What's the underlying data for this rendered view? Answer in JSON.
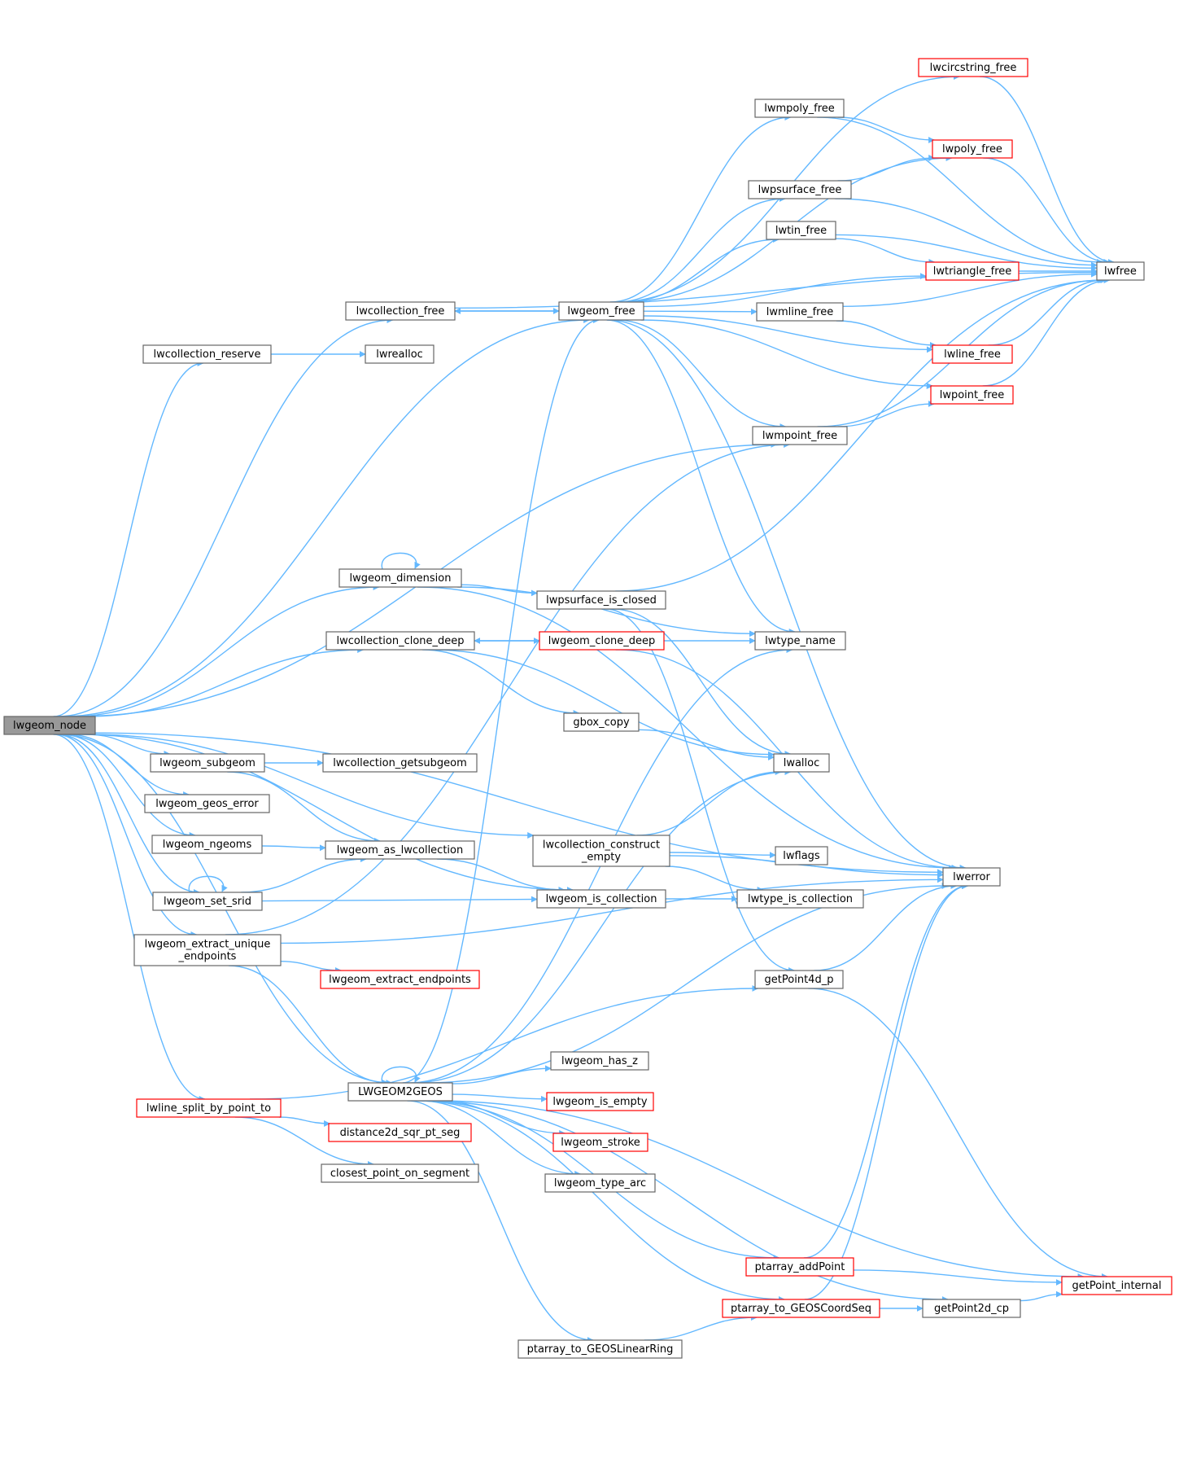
{
  "graph": {
    "root": "lwgeom_node",
    "edge_color": "#63b8ff",
    "nodes": [
      {
        "id": "lwgeom_node",
        "lines": [
          "lwgeom_node"
        ],
        "style": "root"
      },
      {
        "id": "lwcollection_free",
        "lines": [
          "lwcollection_free"
        ],
        "style": "normal"
      },
      {
        "id": "lwcollection_reserve",
        "lines": [
          "lwcollection_reserve"
        ],
        "style": "normal"
      },
      {
        "id": "lwrealloc",
        "lines": [
          "lwrealloc"
        ],
        "style": "normal"
      },
      {
        "id": "lwgeom_free",
        "lines": [
          "lwgeom_free"
        ],
        "style": "normal"
      },
      {
        "id": "lwcircstring_free",
        "lines": [
          "lwcircstring_free"
        ],
        "style": "red"
      },
      {
        "id": "lwmpoly_free",
        "lines": [
          "lwmpoly_free"
        ],
        "style": "normal"
      },
      {
        "id": "lwpoly_free",
        "lines": [
          "lwpoly_free"
        ],
        "style": "red"
      },
      {
        "id": "lwpsurface_free",
        "lines": [
          "lwpsurface_free"
        ],
        "style": "normal"
      },
      {
        "id": "lwtin_free",
        "lines": [
          "lwtin_free"
        ],
        "style": "normal"
      },
      {
        "id": "lwtriangle_free",
        "lines": [
          "lwtriangle_free"
        ],
        "style": "red"
      },
      {
        "id": "lwfree",
        "lines": [
          "lwfree"
        ],
        "style": "normal"
      },
      {
        "id": "lwmline_free",
        "lines": [
          "lwmline_free"
        ],
        "style": "normal"
      },
      {
        "id": "lwline_free",
        "lines": [
          "lwline_free"
        ],
        "style": "red"
      },
      {
        "id": "lwpoint_free",
        "lines": [
          "lwpoint_free"
        ],
        "style": "red"
      },
      {
        "id": "lwmpoint_free",
        "lines": [
          "lwmpoint_free"
        ],
        "style": "normal"
      },
      {
        "id": "lwgeom_dimension",
        "lines": [
          "lwgeom_dimension"
        ],
        "style": "normal"
      },
      {
        "id": "lwpsurface_is_closed",
        "lines": [
          "lwpsurface_is_closed"
        ],
        "style": "normal"
      },
      {
        "id": "lwcollection_clone_deep",
        "lines": [
          "lwcollection_clone_deep"
        ],
        "style": "normal"
      },
      {
        "id": "lwgeom_clone_deep",
        "lines": [
          "lwgeom_clone_deep"
        ],
        "style": "red"
      },
      {
        "id": "lwtype_name",
        "lines": [
          "lwtype_name"
        ],
        "style": "normal"
      },
      {
        "id": "gbox_copy",
        "lines": [
          "gbox_copy"
        ],
        "style": "normal"
      },
      {
        "id": "lwalloc",
        "lines": [
          "lwalloc"
        ],
        "style": "normal"
      },
      {
        "id": "lwgeom_subgeom",
        "lines": [
          "lwgeom_subgeom"
        ],
        "style": "normal"
      },
      {
        "id": "lwcollection_getsubgeom",
        "lines": [
          "lwcollection_getsubgeom"
        ],
        "style": "normal"
      },
      {
        "id": "lwgeom_geos_error",
        "lines": [
          "lwgeom_geos_error"
        ],
        "style": "normal"
      },
      {
        "id": "lwgeom_ngeoms",
        "lines": [
          "lwgeom_ngeoms"
        ],
        "style": "normal"
      },
      {
        "id": "lwgeom_as_lwcollection",
        "lines": [
          "lwgeom_as_lwcollection"
        ],
        "style": "normal"
      },
      {
        "id": "lwcollection_construct_empty",
        "lines": [
          "lwcollection_construct",
          "_empty"
        ],
        "style": "normal"
      },
      {
        "id": "lwflags",
        "lines": [
          "lwflags"
        ],
        "style": "normal"
      },
      {
        "id": "lwerror",
        "lines": [
          "lwerror"
        ],
        "style": "normal"
      },
      {
        "id": "lwgeom_set_srid",
        "lines": [
          "lwgeom_set_srid"
        ],
        "style": "normal"
      },
      {
        "id": "lwgeom_is_collection",
        "lines": [
          "lwgeom_is_collection"
        ],
        "style": "normal"
      },
      {
        "id": "lwtype_is_collection",
        "lines": [
          "lwtype_is_collection"
        ],
        "style": "normal"
      },
      {
        "id": "lwgeom_extract_unique_endpoints",
        "lines": [
          "lwgeom_extract_unique",
          "_endpoints"
        ],
        "style": "normal"
      },
      {
        "id": "lwgeom_extract_endpoints",
        "lines": [
          "lwgeom_extract_endpoints"
        ],
        "style": "red"
      },
      {
        "id": "getPoint4d_p",
        "lines": [
          "getPoint4d_p"
        ],
        "style": "normal"
      },
      {
        "id": "lwgeom_has_z",
        "lines": [
          "lwgeom_has_z"
        ],
        "style": "normal"
      },
      {
        "id": "LWGEOM2GEOS",
        "lines": [
          "LWGEOM2GEOS"
        ],
        "style": "normal"
      },
      {
        "id": "lwgeom_is_empty",
        "lines": [
          "lwgeom_is_empty"
        ],
        "style": "red"
      },
      {
        "id": "lwline_split_by_point_to",
        "lines": [
          "lwline_split_by_point_to"
        ],
        "style": "red"
      },
      {
        "id": "distance2d_sqr_pt_seg",
        "lines": [
          "distance2d_sqr_pt_seg"
        ],
        "style": "red"
      },
      {
        "id": "lwgeom_stroke",
        "lines": [
          "lwgeom_stroke"
        ],
        "style": "red"
      },
      {
        "id": "closest_point_on_segment",
        "lines": [
          "closest_point_on_segment"
        ],
        "style": "normal"
      },
      {
        "id": "lwgeom_type_arc",
        "lines": [
          "lwgeom_type_arc"
        ],
        "style": "normal"
      },
      {
        "id": "ptarray_addPoint",
        "lines": [
          "ptarray_addPoint"
        ],
        "style": "red"
      },
      {
        "id": "getPoint_internal",
        "lines": [
          "getPoint_internal"
        ],
        "style": "red"
      },
      {
        "id": "ptarray_to_GEOSCoordSeq",
        "lines": [
          "ptarray_to_GEOSCoordSeq"
        ],
        "style": "red"
      },
      {
        "id": "getPoint2d_cp",
        "lines": [
          "getPoint2d_cp"
        ],
        "style": "normal"
      },
      {
        "id": "ptarray_to_GEOSLinearRing",
        "lines": [
          "ptarray_to_GEOSLinearRing"
        ],
        "style": "normal"
      }
    ],
    "edges": [
      [
        "lwgeom_node",
        "lwcollection_free"
      ],
      [
        "lwgeom_node",
        "lwcollection_reserve"
      ],
      [
        "lwgeom_node",
        "lwgeom_free"
      ],
      [
        "lwgeom_node",
        "lwmpoint_free"
      ],
      [
        "lwgeom_node",
        "lwerror"
      ],
      [
        "lwgeom_node",
        "lwgeom_dimension"
      ],
      [
        "lwgeom_node",
        "lwcollection_clone_deep"
      ],
      [
        "lwgeom_node",
        "lwcollection_construct_empty"
      ],
      [
        "lwgeom_node",
        "lwgeom_is_collection"
      ],
      [
        "lwgeom_node",
        "lwgeom_subgeom"
      ],
      [
        "lwgeom_node",
        "lwgeom_geos_error"
      ],
      [
        "lwgeom_node",
        "lwgeom_ngeoms"
      ],
      [
        "lwgeom_node",
        "lwgeom_set_srid"
      ],
      [
        "lwgeom_node",
        "lwgeom_extract_unique_endpoints"
      ],
      [
        "lwgeom_node",
        "LWGEOM2GEOS"
      ],
      [
        "lwgeom_node",
        "lwline_split_by_point_to"
      ],
      [
        "lwcollection_free",
        "lwgeom_free"
      ],
      [
        "lwcollection_free",
        "lwfree"
      ],
      [
        "lwcollection_reserve",
        "lwrealloc"
      ],
      [
        "lwgeom_free",
        "lwcollection_free"
      ],
      [
        "lwgeom_free",
        "lwcircstring_free"
      ],
      [
        "lwgeom_free",
        "lwmpoly_free"
      ],
      [
        "lwgeom_free",
        "lwpoly_free"
      ],
      [
        "lwgeom_free",
        "lwpsurface_free"
      ],
      [
        "lwgeom_free",
        "lwtin_free"
      ],
      [
        "lwgeom_free",
        "lwtriangle_free"
      ],
      [
        "lwgeom_free",
        "lwmline_free"
      ],
      [
        "lwgeom_free",
        "lwline_free"
      ],
      [
        "lwgeom_free",
        "lwpoint_free"
      ],
      [
        "lwgeom_free",
        "lwmpoint_free"
      ],
      [
        "lwgeom_free",
        "lwtype_name"
      ],
      [
        "lwgeom_free",
        "lwerror"
      ],
      [
        "lwcircstring_free",
        "lwfree"
      ],
      [
        "lwmpoly_free",
        "lwpoly_free"
      ],
      [
        "lwmpoly_free",
        "lwfree"
      ],
      [
        "lwpoly_free",
        "lwfree"
      ],
      [
        "lwpsurface_free",
        "lwpoly_free"
      ],
      [
        "lwpsurface_free",
        "lwfree"
      ],
      [
        "lwtin_free",
        "lwtriangle_free"
      ],
      [
        "lwtin_free",
        "lwfree"
      ],
      [
        "lwtriangle_free",
        "lwfree"
      ],
      [
        "lwmline_free",
        "lwline_free"
      ],
      [
        "lwmline_free",
        "lwfree"
      ],
      [
        "lwline_free",
        "lwfree"
      ],
      [
        "lwpoint_free",
        "lwfree"
      ],
      [
        "lwmpoint_free",
        "lwpoint_free"
      ],
      [
        "lwmpoint_free",
        "lwfree"
      ],
      [
        "lwgeom_dimension",
        "lwgeom_dimension"
      ],
      [
        "lwgeom_dimension",
        "lwpsurface_is_closed"
      ],
      [
        "lwgeom_dimension",
        "lwtype_name"
      ],
      [
        "lwgeom_dimension",
        "lwerror"
      ],
      [
        "lwpsurface_is_closed",
        "lwfree"
      ],
      [
        "lwpsurface_is_closed",
        "lwalloc"
      ],
      [
        "lwpsurface_is_closed",
        "getPoint4d_p"
      ],
      [
        "lwcollection_clone_deep",
        "lwgeom_clone_deep"
      ],
      [
        "lwcollection_clone_deep",
        "gbox_copy"
      ],
      [
        "lwcollection_clone_deep",
        "lwalloc"
      ],
      [
        "lwgeom_clone_deep",
        "lwcollection_clone_deep"
      ],
      [
        "lwgeom_clone_deep",
        "lwtype_name"
      ],
      [
        "lwgeom_clone_deep",
        "lwerror"
      ],
      [
        "gbox_copy",
        "lwalloc"
      ],
      [
        "lwgeom_subgeom",
        "lwcollection_getsubgeom"
      ],
      [
        "lwgeom_subgeom",
        "lwgeom_as_lwcollection"
      ],
      [
        "lwgeom_ngeoms",
        "lwgeom_as_lwcollection"
      ],
      [
        "lwgeom_as_lwcollection",
        "lwgeom_is_collection"
      ],
      [
        "lwcollection_construct_empty",
        "lwalloc"
      ],
      [
        "lwcollection_construct_empty",
        "lwflags"
      ],
      [
        "lwcollection_construct_empty",
        "lwerror"
      ],
      [
        "lwcollection_construct_empty",
        "lwtype_is_collection"
      ],
      [
        "lwgeom_set_srid",
        "lwgeom_set_srid"
      ],
      [
        "lwgeom_set_srid",
        "lwgeom_as_lwcollection"
      ],
      [
        "lwgeom_set_srid",
        "lwgeom_is_collection"
      ],
      [
        "lwgeom_is_collection",
        "lwtype_is_collection"
      ],
      [
        "lwgeom_extract_unique_endpoints",
        "lwmpoint_free"
      ],
      [
        "lwgeom_extract_unique_endpoints",
        "lwerror"
      ],
      [
        "lwgeom_extract_unique_endpoints",
        "lwgeom_extract_endpoints"
      ],
      [
        "lwgeom_extract_unique_endpoints",
        "LWGEOM2GEOS"
      ],
      [
        "getPoint4d_p",
        "lwerror"
      ],
      [
        "getPoint4d_p",
        "getPoint_internal"
      ],
      [
        "LWGEOM2GEOS",
        "LWGEOM2GEOS"
      ],
      [
        "LWGEOM2GEOS",
        "lwgeom_free"
      ],
      [
        "LWGEOM2GEOS",
        "lwtype_name"
      ],
      [
        "LWGEOM2GEOS",
        "lwalloc"
      ],
      [
        "LWGEOM2GEOS",
        "lwerror"
      ],
      [
        "LWGEOM2GEOS",
        "lwgeom_has_z"
      ],
      [
        "LWGEOM2GEOS",
        "lwgeom_is_empty"
      ],
      [
        "LWGEOM2GEOS",
        "lwgeom_stroke"
      ],
      [
        "LWGEOM2GEOS",
        "lwgeom_type_arc"
      ],
      [
        "LWGEOM2GEOS",
        "ptarray_addPoint"
      ],
      [
        "LWGEOM2GEOS",
        "ptarray_to_GEOSCoordSeq"
      ],
      [
        "LWGEOM2GEOS",
        "ptarray_to_GEOSLinearRing"
      ],
      [
        "LWGEOM2GEOS",
        "getPoint2d_cp"
      ],
      [
        "LWGEOM2GEOS",
        "getPoint_internal"
      ],
      [
        "lwline_split_by_point_to",
        "getPoint4d_p"
      ],
      [
        "lwline_split_by_point_to",
        "distance2d_sqr_pt_seg"
      ],
      [
        "lwline_split_by_point_to",
        "closest_point_on_segment"
      ],
      [
        "ptarray_addPoint",
        "lwerror"
      ],
      [
        "ptarray_addPoint",
        "getPoint_internal"
      ],
      [
        "ptarray_to_GEOSCoordSeq",
        "lwerror"
      ],
      [
        "ptarray_to_GEOSCoordSeq",
        "getPoint2d_cp"
      ],
      [
        "getPoint2d_cp",
        "getPoint_internal"
      ],
      [
        "ptarray_to_GEOSLinearRing",
        "ptarray_to_GEOSCoordSeq"
      ]
    ]
  }
}
